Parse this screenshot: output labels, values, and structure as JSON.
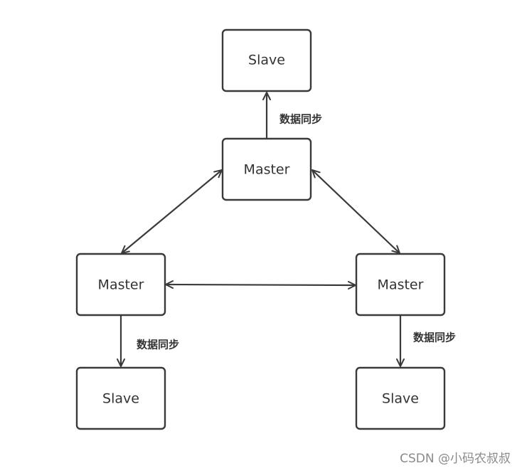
{
  "diagram": {
    "nodes": {
      "slave_top": {
        "label": "Slave"
      },
      "master_top": {
        "label": "Master"
      },
      "master_left": {
        "label": "Master"
      },
      "master_right": {
        "label": "Master"
      },
      "slave_left": {
        "label": "Slave"
      },
      "slave_right": {
        "label": "Slave"
      }
    },
    "edges": {
      "sync_top": {
        "label": "数据同步"
      },
      "sync_left": {
        "label": "数据同步"
      },
      "sync_right": {
        "label": "数据同步"
      }
    }
  },
  "watermark": {
    "text": "CSDN @小码农叔叔"
  }
}
